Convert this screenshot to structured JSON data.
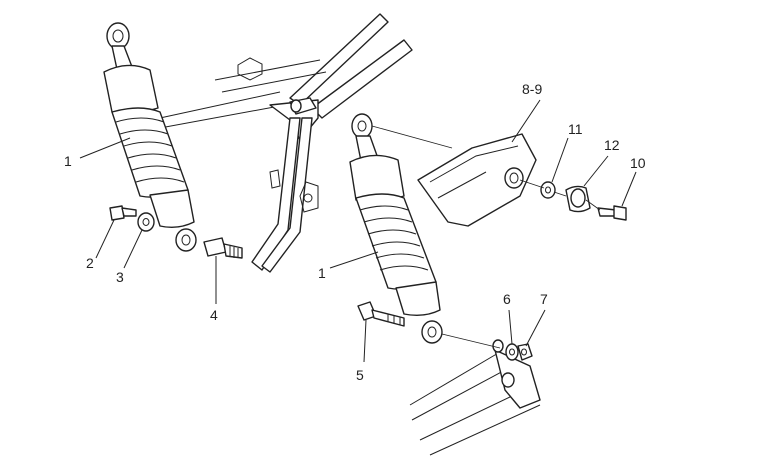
{
  "callouts": {
    "c1a": "1",
    "c1b": "1",
    "c2": "2",
    "c3": "3",
    "c4": "4",
    "c5": "5",
    "c6": "6",
    "c7": "7",
    "c89": "8-9",
    "c10": "10",
    "c11": "11",
    "c12": "12"
  }
}
